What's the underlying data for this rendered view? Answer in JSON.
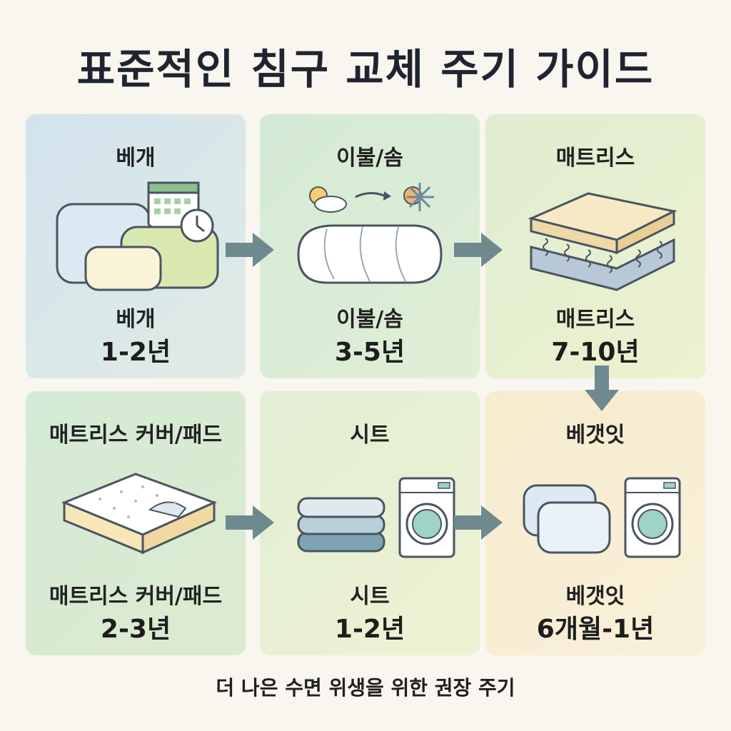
{
  "title": "표준적인 침구 교체 주기 가이드",
  "footer": "더 나은 수면 위생을 위한 권장 주기",
  "colors": {
    "arrow": "#6f8a8f",
    "card1": "#d8e7ee",
    "card2": "#d6ecd8",
    "card3": "#e6efd1",
    "card4": "#d6ecd8",
    "card5": "#e8f0d3",
    "card6": "#f7efd6"
  },
  "cards": [
    {
      "heading": "베개",
      "label": "베개",
      "period": "1-2년",
      "icon": "pillow-calendar-icon"
    },
    {
      "heading": "이불/솜",
      "label": "이불/솜",
      "period": "3-5년",
      "icon": "duvet-season-icon"
    },
    {
      "heading": "매트리스",
      "label": "매트리스",
      "period": "7-10년",
      "icon": "mattress-spring-icon"
    },
    {
      "heading": "매트리스 커버/패드",
      "label": "매트리스 커버/패드",
      "period": "2-3년",
      "icon": "mattress-cover-icon"
    },
    {
      "heading": "시트",
      "label": "시트",
      "period": "1-2년",
      "icon": "sheets-washer-icon"
    },
    {
      "heading": "베갯잇",
      "label": "베갯잇",
      "period": "6개월-1년",
      "icon": "pillowcase-washer-icon"
    }
  ]
}
